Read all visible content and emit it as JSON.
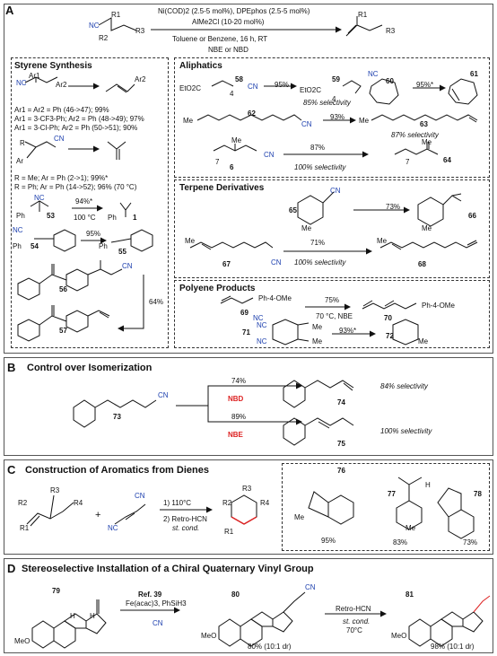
{
  "colors": {
    "nitrile": "#1c3fae",
    "new_bond": "#d22",
    "line": "#111"
  },
  "panelA": {
    "label": "A",
    "conditions": [
      "Ni(COD)2 (2.5-5 mol%), DPEphos (2.5-5 mol%)",
      "AlMe2Cl (10-20 mol%)",
      "Toluene or Benzene, 16 h, RT",
      "NBE or NBD"
    ],
    "general": {
      "nc": "NC",
      "r1": "R1",
      "r2": "R2",
      "r3": "R3",
      "p_r1": "R1",
      "p_r3": "R3"
    },
    "styrene": {
      "title": "Styrene Synthesis",
      "ar1": "Ar1",
      "ar2": "Ar2",
      "ar2p": "Ar2",
      "lines1": [
        "Ar1 = Ar2 = Ph (46->47); 99%",
        "Ar1 = 3-CF3-Ph; Ar2 = Ph (48->49); 97%",
        "Ar1 = 3-Cl-Ph; Ar2 = Ph (50->51); 90%"
      ],
      "r": "R",
      "ar": "Ar",
      "lines2": [
        "R = Me; Ar = Ph (2->1); 99%*",
        "R = Ph; Ar = Ph (14->52); 96% (70 °C)"
      ],
      "c53": "53",
      "c1": "1",
      "y53": "94%*",
      "t53": "100 °C",
      "c54": "54",
      "c55": "55",
      "y54": "95%",
      "c56": "56",
      "c57": "57",
      "y56": "64%",
      "ph": "Ph",
      "cn": "CN",
      "nc": "NC"
    },
    "aliphatics": {
      "title": "Aliphatics",
      "ester": "EtO2C",
      "c58": "58",
      "c59": "59",
      "y58": "95%",
      "s58": "85% selectivity",
      "c60": "60",
      "c61": "61",
      "y60": "95%*",
      "c62": "62",
      "c63": "63",
      "y62": "93%",
      "s62": "87% selectivity",
      "c6": "6",
      "c64": "64",
      "y6": "87%",
      "s6": "100% selectivity",
      "sub4": "4",
      "sub7": "7",
      "me": "Me",
      "cn": "CN",
      "nc": "NC"
    },
    "terpene": {
      "title": "Terpene Derivatives",
      "c65": "65",
      "c66": "66",
      "y65": "73%",
      "c67": "67",
      "c68": "68",
      "y67": "71%",
      "s67": "100% selectivity",
      "me": "Me",
      "cn": "CN"
    },
    "polyene": {
      "title": "Polyene Products",
      "c69": "69",
      "c70": "70",
      "y69": "75%",
      "t69": "70 °C, NBE",
      "c71": "71",
      "c72": "72",
      "y71": "93%*",
      "arOMe": "Ph-4-OMe",
      "cn": "CN",
      "nc": "NC",
      "me": "Me"
    }
  },
  "panelB": {
    "label": "B",
    "title": "Control over Isomerization",
    "c73": "73",
    "cn": "CN",
    "y1": "74%",
    "reag1": "NBD",
    "c74": "74",
    "s1": "84% selectivity",
    "y2": "89%",
    "reag2": "NBE",
    "c75": "75",
    "s2": "100% selectivity"
  },
  "panelC": {
    "label": "C",
    "title": "Construction of Aromatics from Dienes",
    "r1": "R1",
    "r2": "R2",
    "r3": "R3",
    "r4": "R4",
    "plus": "+",
    "cn": "CN",
    "nc": "NC",
    "step1": "1) 110°C",
    "step2": "2) Retro-HCN",
    "step2b": "st. cond.",
    "c76": "76",
    "y76": "95%",
    "c77": "77",
    "y77": "83%",
    "c78": "78",
    "y78": "73%",
    "me": "Me",
    "h": "H"
  },
  "panelD": {
    "label": "D",
    "title": "Stereoselective Installation of a Chiral Quaternary Vinyl Group",
    "c79": "79",
    "c80": "80",
    "c81": "81",
    "ref": "Ref. 39",
    "reag": "Fe(acac)3, PhSiH3",
    "y80": "80% (10:1 dr)",
    "step": "Retro-HCN",
    "stcond": "st. cond.",
    "temp": "70°C",
    "y81": "98% (10:1 dr)",
    "meo": "MeO",
    "h": "H",
    "cn": "CN"
  }
}
